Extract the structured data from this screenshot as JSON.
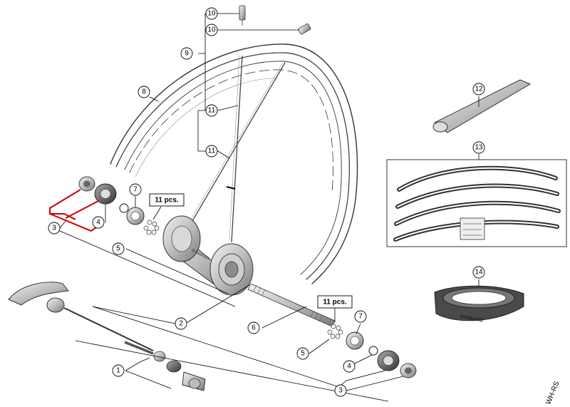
{
  "callouts": {
    "c1": "1",
    "c2": "2",
    "c3a": "3",
    "c3b": "3",
    "c4a": "4",
    "c4b": "4",
    "c5a": "5",
    "c5b": "5",
    "c6": "6",
    "c7a": "7",
    "c7b": "7",
    "c8": "8",
    "c9": "9",
    "c10a": "10",
    "c10b": "10",
    "c11a": "11",
    "c11b": "11",
    "c12": "12",
    "c13": "13",
    "c14": "14"
  },
  "labels": {
    "pcs_top": "11 pcs.",
    "pcs_bottom": "11 pcs.",
    "hub_brand": "SHIMANO",
    "tape_brand": "SHIMANO",
    "corner_code": "WH-RS"
  },
  "colors": {
    "line": "#000000",
    "part": "#555555",
    "highlight": "#cc0000"
  }
}
